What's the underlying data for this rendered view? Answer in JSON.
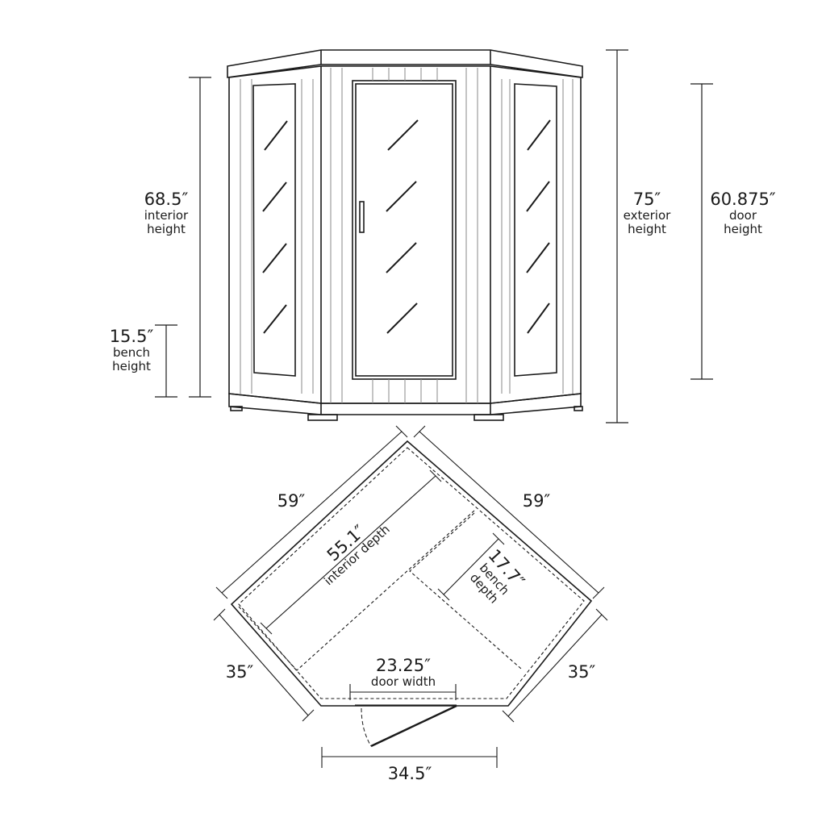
{
  "front_view": {
    "interior_height": {
      "value": "68.5″",
      "label1": "interior",
      "label2": "height"
    },
    "bench_height": {
      "value": "15.5″",
      "label1": "bench",
      "label2": "height"
    },
    "exterior_height": {
      "value": "75″",
      "label1": "exterior",
      "label2": "height"
    },
    "door_height": {
      "value": "60.875″",
      "label1": "door",
      "label2": "height"
    }
  },
  "top_view": {
    "left_side": "59″",
    "right_side": "59″",
    "left_angled": "35″",
    "right_angled": "35″",
    "interior_depth": {
      "value": "55.1″",
      "label": "interior depth"
    },
    "bench_depth": {
      "value": "17.7″",
      "label1": "bench",
      "label2": "depth"
    },
    "door_width": {
      "value": "23.25″",
      "label": "door width"
    },
    "front_width": "34.5″"
  },
  "colors": {
    "line": "#1a1a1a",
    "panel_line": "#888888"
  }
}
